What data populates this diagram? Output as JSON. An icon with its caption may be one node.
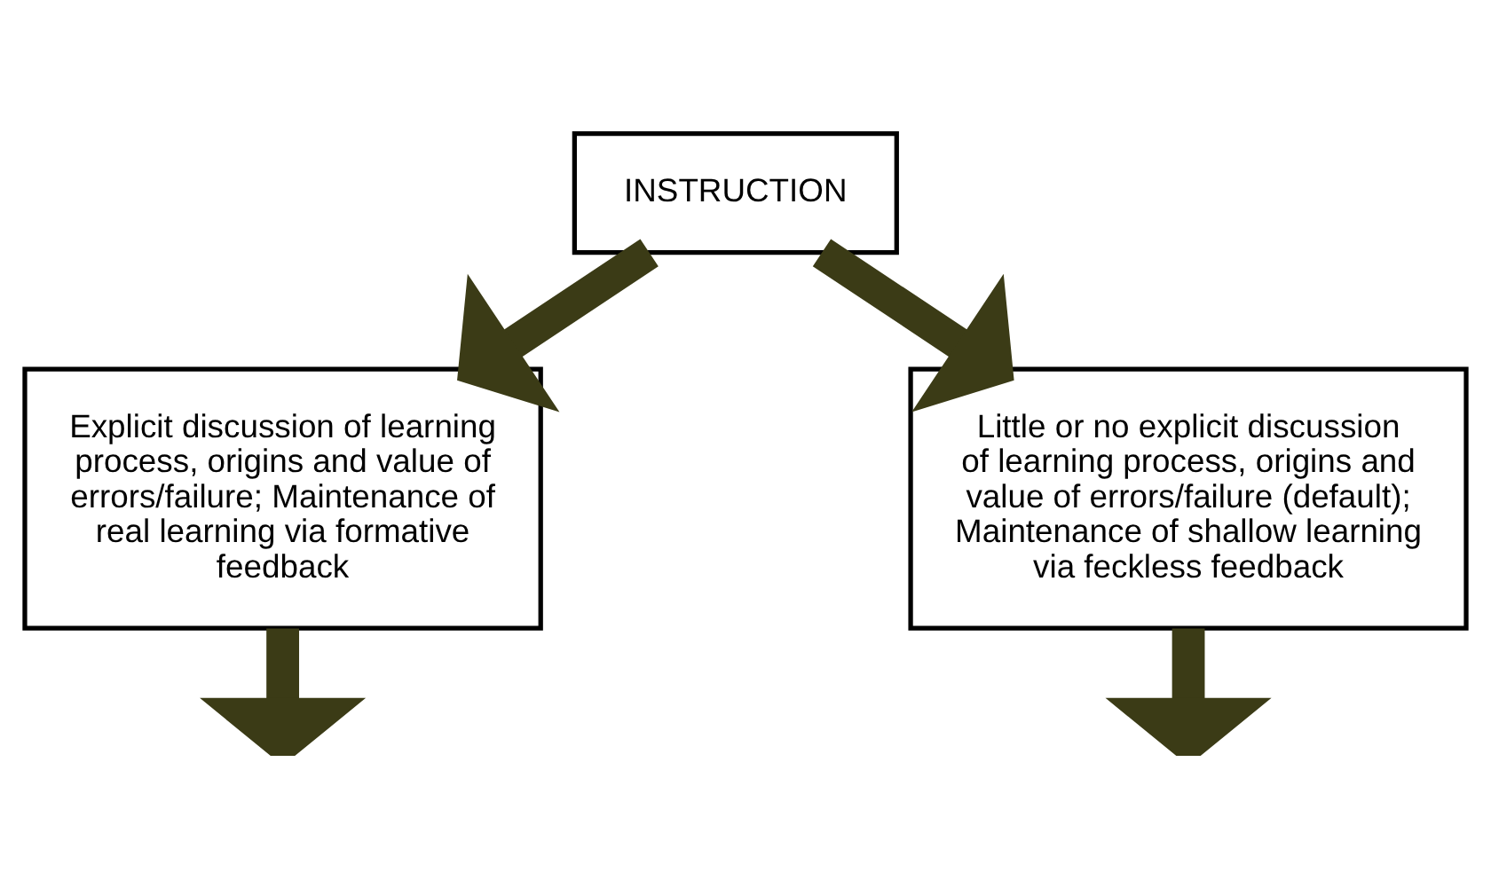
{
  "diagram": {
    "nodes": [
      {
        "text": [
          "INSTRUCTION"
        ]
      },
      {
        "text": [
          "Explicit discussion of learning process, origins and value of errors/failure; Maintenance of real learning via formative feedback"
        ]
      },
      {
        "text": [
          "Little or no explicit discussion of learning process, origins and value of errors/failure (default); Maintenance of shallow learning via feckless feedback"
        ]
      }
    ],
    "edges": [
      {
        "from": 0,
        "to": 1,
        "arrow": "to"
      },
      {
        "from": 0,
        "to": 2,
        "arrow": "to"
      },
      {
        "from": 1,
        "to": null,
        "arrow": "to"
      },
      {
        "from": 2,
        "to": null,
        "arrow": "to"
      }
    ]
  }
}
